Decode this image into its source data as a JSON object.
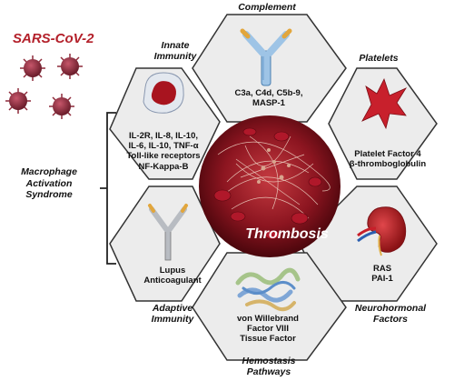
{
  "virus_label": "SARS-CoV-2",
  "left_label": [
    "Macrophage",
    "Activation",
    "Syndrome"
  ],
  "center_label": "Thrombosis",
  "categories": {
    "complement": "Complement",
    "innate": [
      "Innate",
      "Immunity"
    ],
    "platelets": "Platelets",
    "adaptive": [
      "Adaptive",
      "Immunity"
    ],
    "neuro": [
      "Neurohormonal",
      "Factors"
    ],
    "hemostasis": [
      "Hemostasis",
      "Pathways"
    ]
  },
  "hexes": {
    "complement": [
      "C3a, C4d, C5b-9,",
      "MASP-1"
    ],
    "innate": [
      "IL-2R, IL-8, IL-10,",
      "IL-6, IL-10, TNF-α",
      "Toll-like receptors",
      "NF-Kappa-B"
    ],
    "platelets": [
      "Platelet Factor 4",
      "β-thromboglobulin"
    ],
    "adaptive": [
      "Lupus",
      "Anticoagulant"
    ],
    "neuro": [
      "RAS",
      "PAI-1"
    ],
    "hemostasis": [
      "von Willebrand",
      "Factor VIII",
      "Tissue Factor"
    ]
  },
  "colors": {
    "hex_fill": "#ececec",
    "hex_stroke": "#333333",
    "virus": "#8e2a3a",
    "title_red": "#b3202a",
    "thrombus": "#8c1520"
  },
  "icons": [
    "virus-icon",
    "antibody-icon",
    "macrophage-icon",
    "platelet-icon",
    "kidney-icon",
    "protein-icon",
    "thrombus-icon"
  ]
}
